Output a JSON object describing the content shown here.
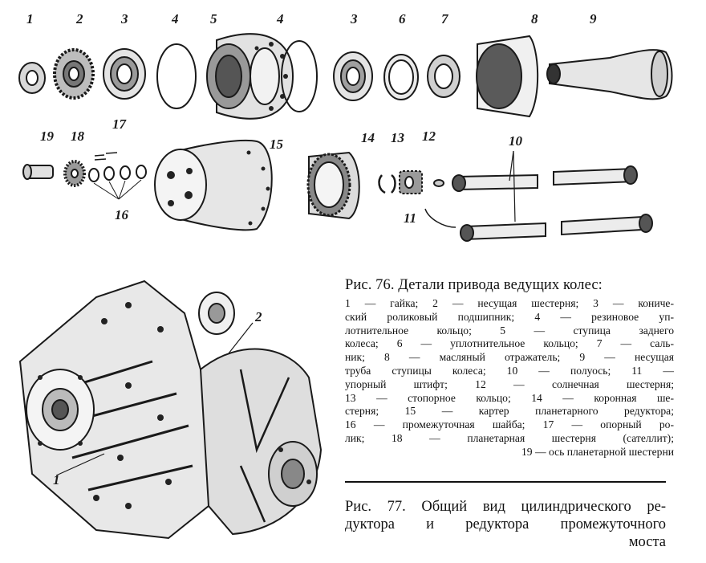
{
  "fig76": {
    "part_numbers": {
      "n1": "1",
      "n2": "2",
      "n3a": "3",
      "n4a": "4",
      "n5": "5",
      "n4b": "4",
      "n3b": "3",
      "n6": "6",
      "n7": "7",
      "n8": "8",
      "n9": "9",
      "n19": "19",
      "n18": "18",
      "n17": "17",
      "n16": "16",
      "n15": "15",
      "n14": "14",
      "n13": "13",
      "n12": "12",
      "n11": "11",
      "n10": "10"
    }
  },
  "fig77": {
    "part_numbers": {
      "n1": "1",
      "n2": "2"
    }
  },
  "caption76": {
    "title": "Рис. 76. Детали привода ведущих колес:",
    "lines": [
      "1 — гайка; 2 — несущая шестерня; 3 — кониче-",
      "ский роликовый подшипник; 4 — резиновое уп-",
      "лотнительное кольцо; 5 — ступица заднего",
      "колеса; 6 — уплотнительное кольцо; 7 — саль-",
      "ник; 8 — масляный отражатель; 9 — несущая",
      "труба ступицы колеса; 10 — полуось; 11 —",
      "упорный штифт; 12 — солнечная шестерня;",
      "13 — стопорное кольцо; 14 — коронная ше-",
      "стерня; 15 — картер планетарного редуктора;",
      "16 — промежуточная шайба; 17 — опорный ро-",
      "лик; 18 — планетарная шестерня (сателлит);",
      "19 — ось планетарной шестерни"
    ]
  },
  "caption77": {
    "lines": [
      "Рис. 77. Общий вид цилиндрического ре-",
      "дуктора и редуктора промежуточного",
      "моста"
    ]
  }
}
